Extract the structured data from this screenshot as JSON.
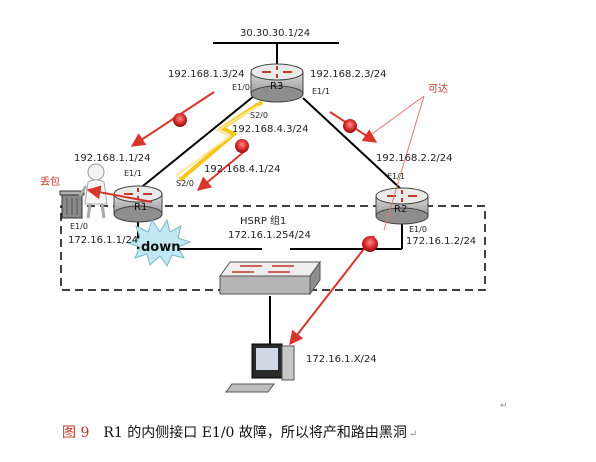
{
  "diagram": {
    "top_network": "30.30.30.1/24",
    "routers": {
      "r1": {
        "name": "R1",
        "e1_1_label": "E1/1",
        "s2_0_label": "S2/0",
        "e1_0_label": "E1/0"
      },
      "r2": {
        "name": "R2",
        "e1_1_label": "E1/1",
        "e1_0_label": "E1/0"
      },
      "r3": {
        "name": "R3",
        "e1_0_label": "E1/0",
        "e1_1_label": "E1/1",
        "s2_0_label": "S2/0"
      }
    },
    "addresses": {
      "r3_e1_0": "192.168.1.3/24",
      "r3_e1_1": "192.168.2.3/24",
      "r3_s2_0": "192.168.4.3/24",
      "r1_e1_1": "192.168.1.1/24",
      "r1_s2_0": "192.168.4.1/24",
      "r2_e1_1": "192.168.2.2/24",
      "r1_e1_0": "172.16.1.1/24",
      "r2_e1_0": "172.16.1.2/24",
      "vip": "172.16.1.254/24",
      "host": "172.16.1.X/24"
    },
    "hsrp_label": "HSRP 组1",
    "down_label": "down",
    "drop_label": "丢包",
    "reachable_label": "可达",
    "colors": {
      "arrow": "#d9362b",
      "dot": "#ee1c1c",
      "burst": "#bfe8f2",
      "link": "#000000",
      "serial": "#f5c518"
    }
  },
  "caption": {
    "figure_no": "图 9",
    "text": "R1 的内侧接口 E1/0 故障，所以将产和路由黑洞",
    "mark": "↵"
  }
}
